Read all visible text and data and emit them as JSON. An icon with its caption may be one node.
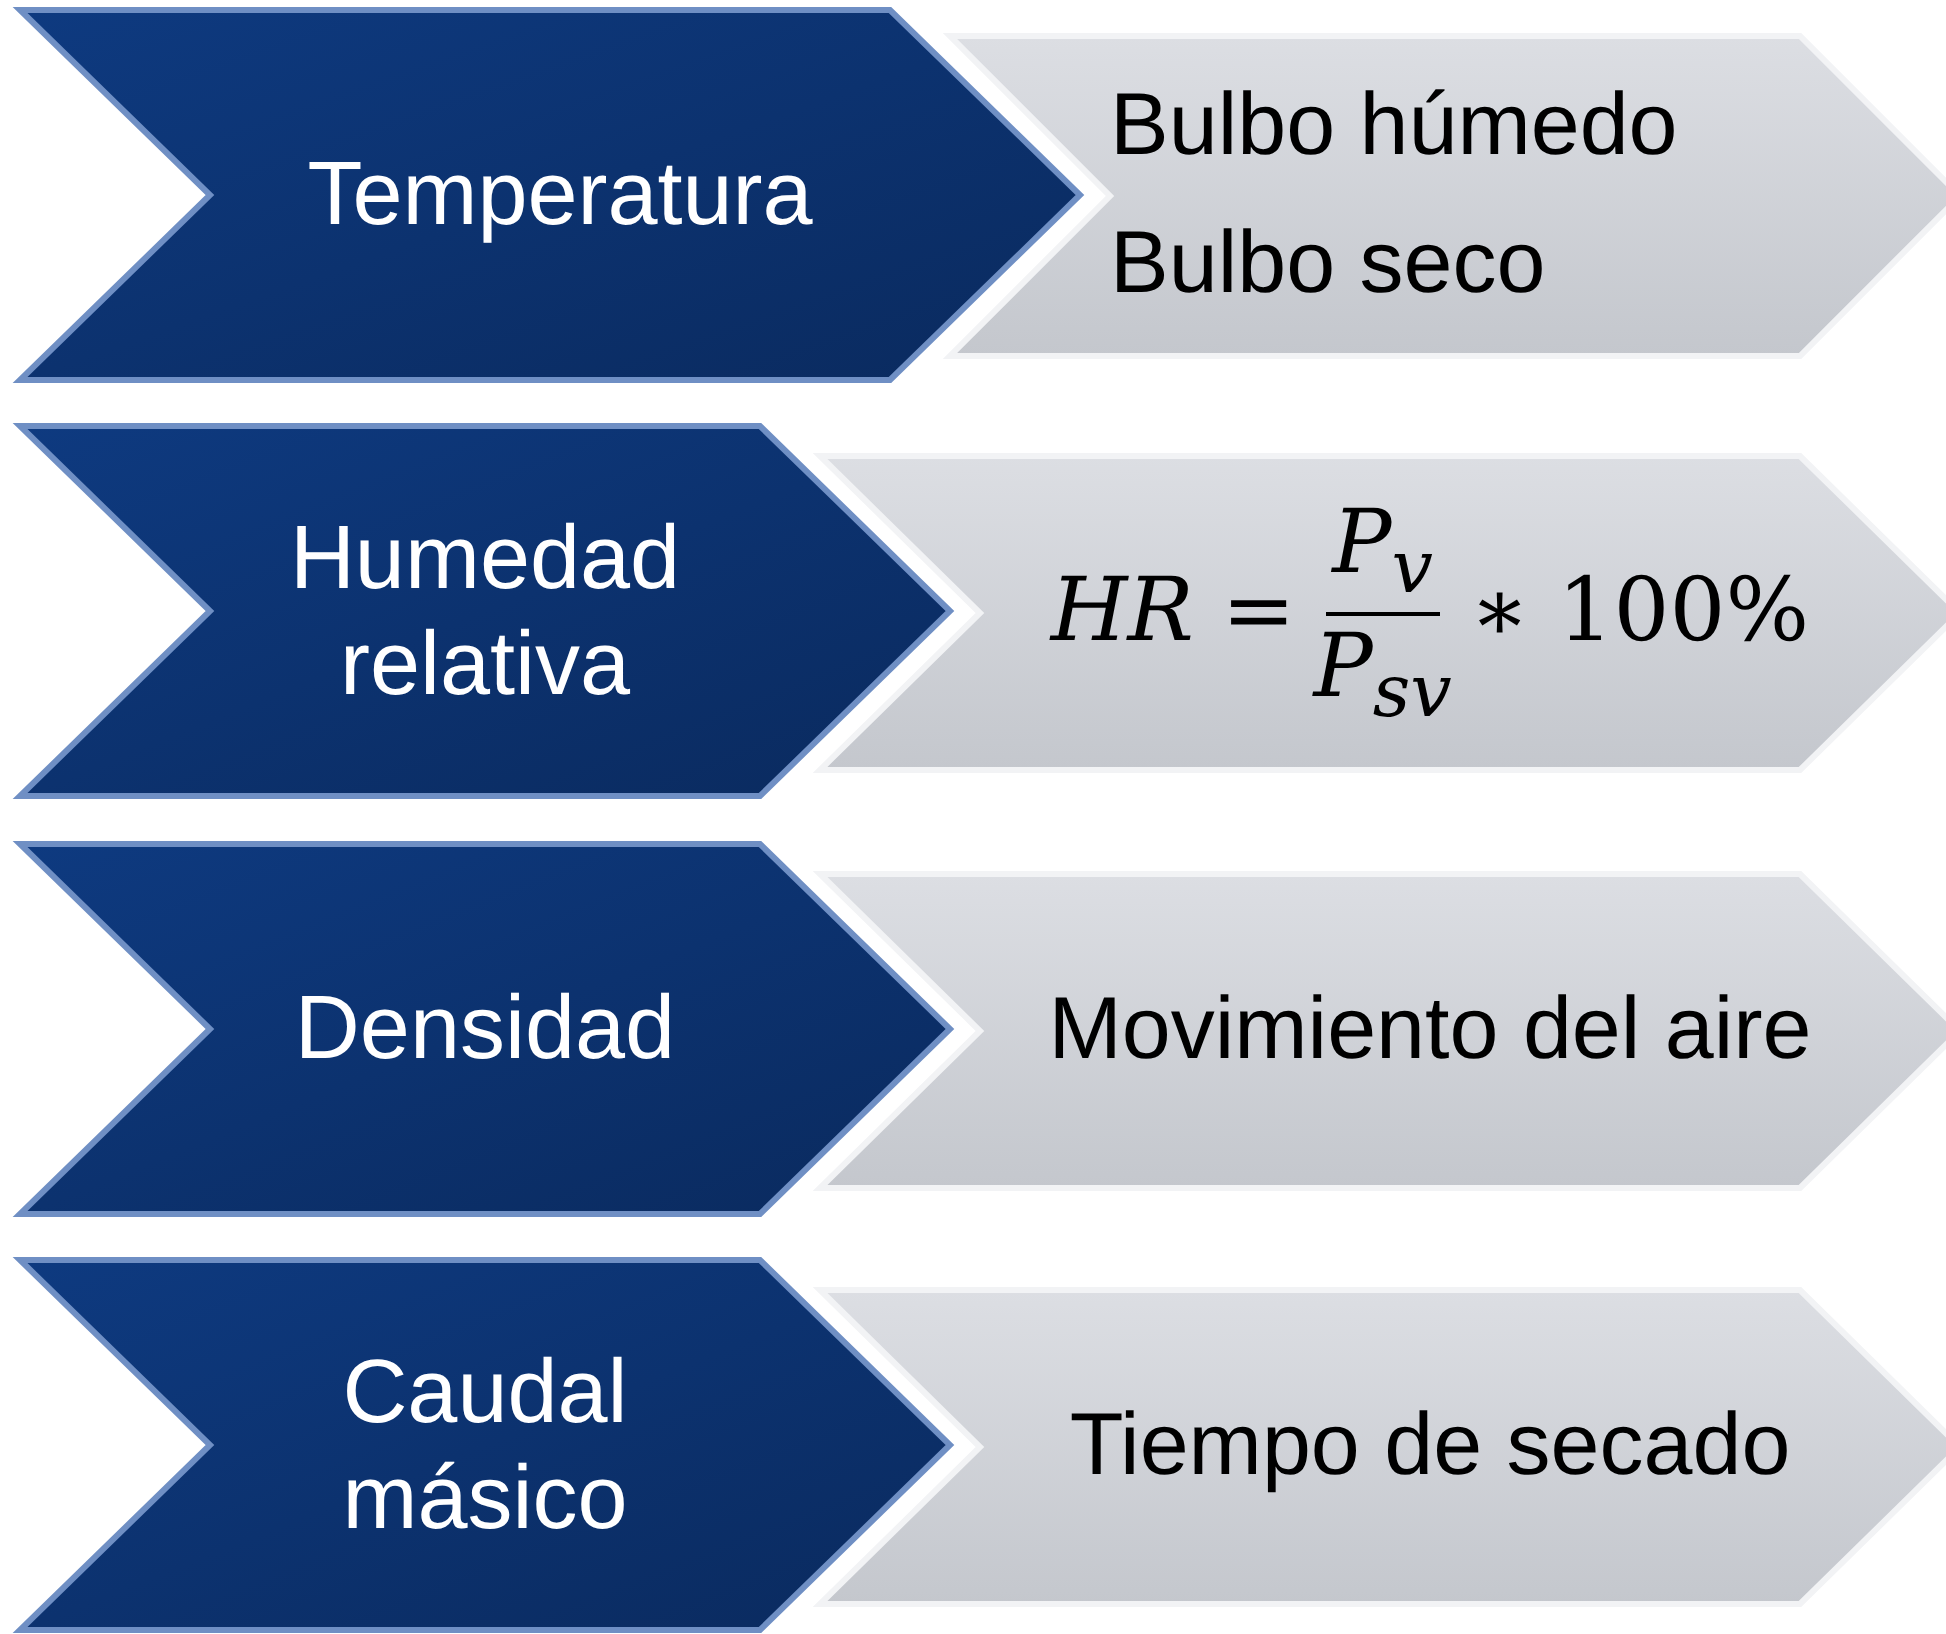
{
  "diagram": {
    "nodes": [
      {
        "text": [
          "Temperatura"
        ]
      },
      {
        "text": [
          "Bulbo húmedo",
          "Bulbo seco"
        ]
      },
      {
        "text": [
          "Humedad relativa"
        ]
      },
      {
        "text": [
          "HR =",
          "P$_{v}$",
          "P$_{sv}$",
          "∗ 100%"
        ]
      },
      {
        "text": [
          "Densidad"
        ]
      },
      {
        "text": [
          "Movimiento del aire"
        ]
      },
      {
        "text": [
          "Caudal másico"
        ]
      },
      {
        "text": [
          "Tiempo de secado"
        ]
      }
    ]
  }
}
